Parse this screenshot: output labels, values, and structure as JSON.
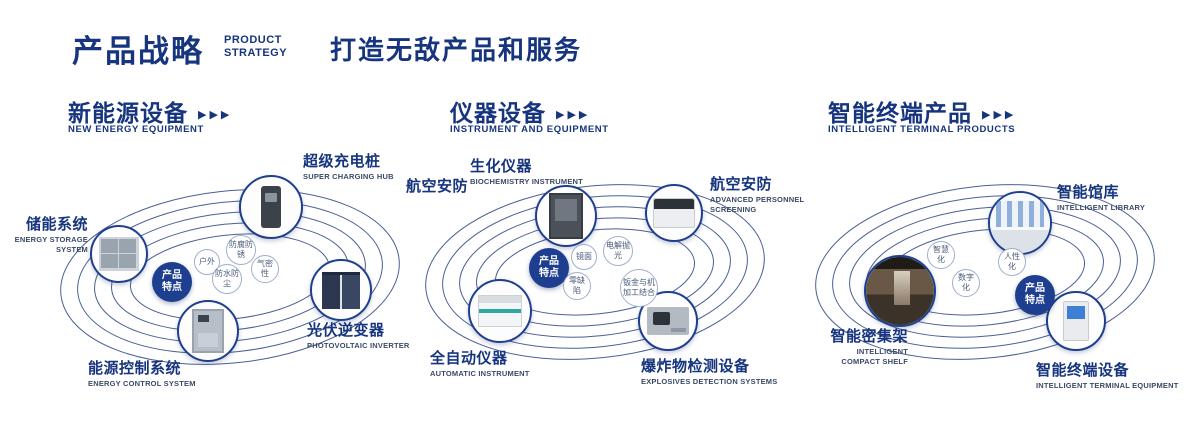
{
  "header": {
    "title_cn": "产品战略",
    "title_en_line1": "PRODUCT",
    "title_en_line2": "STRATEGY",
    "slogan": "打造无敌产品和服务"
  },
  "arrow_glyphs": "▶▶▶",
  "colors": {
    "navy": "#16357e",
    "badge_blue": "#1e3f8f"
  },
  "sections": [
    {
      "title_cn": "新能源设备",
      "title_en": "NEW ENERGY EQUIPMENT",
      "badge_line1": "产品",
      "badge_line2": "特点",
      "features": [
        "户外",
        "防腐防锈",
        "气密性",
        "防水防尘"
      ],
      "products": [
        {
          "name_cn": "储能系统",
          "name_en": "ENERGY STORAGE SYSTEM"
        },
        {
          "name_cn": "超级充电桩",
          "name_en": "SUPER CHARGING HUB"
        },
        {
          "name_cn": "光伏逆变器",
          "name_en": "PHOTOVOLTAIC INVERTER"
        },
        {
          "name_cn": "能源控制系统",
          "name_en": "ENERGY CONTROL SYSTEM"
        }
      ]
    },
    {
      "title_cn": "仪器设备",
      "title_en": "INSTRUMENT AND EQUIPMENT",
      "badge_line1": "产品",
      "badge_line2": "特点",
      "side_label": "航空安防",
      "features": [
        "镜面",
        "电解抛光",
        "零缺陷",
        "钣金与机加工结合"
      ],
      "products": [
        {
          "name_cn": "生化仪器",
          "name_en": "BIOCHEMISTRY INSTRUMENT"
        },
        {
          "name_cn": "航空安防",
          "name_en": "ADVANCED PERSONNEL SCREENING"
        },
        {
          "name_cn": "全自动仪器",
          "name_en": "AUTOMATIC INSTRUMENT"
        },
        {
          "name_cn": "爆炸物检测设备",
          "name_en": "EXPLOSIVES DETECTION SYSTEMS"
        }
      ]
    },
    {
      "title_cn": "智能终端产品",
      "title_en": "INTELLIGENT TERMINAL PRODUCTS",
      "badge_line1": "产品",
      "badge_line2": "特点",
      "features": [
        "智慧化",
        "人性化",
        "数字化"
      ],
      "products": [
        {
          "name_cn": "智能馆库",
          "name_en": "INTELLIGENT LIBRARY"
        },
        {
          "name_cn": "智能密集架",
          "name_en": "INTELLIGENT COMPACT SHELF"
        },
        {
          "name_cn": "智能终端设备",
          "name_en": "INTELLIGENT TERMINAL EQUIPMENT"
        }
      ]
    }
  ]
}
